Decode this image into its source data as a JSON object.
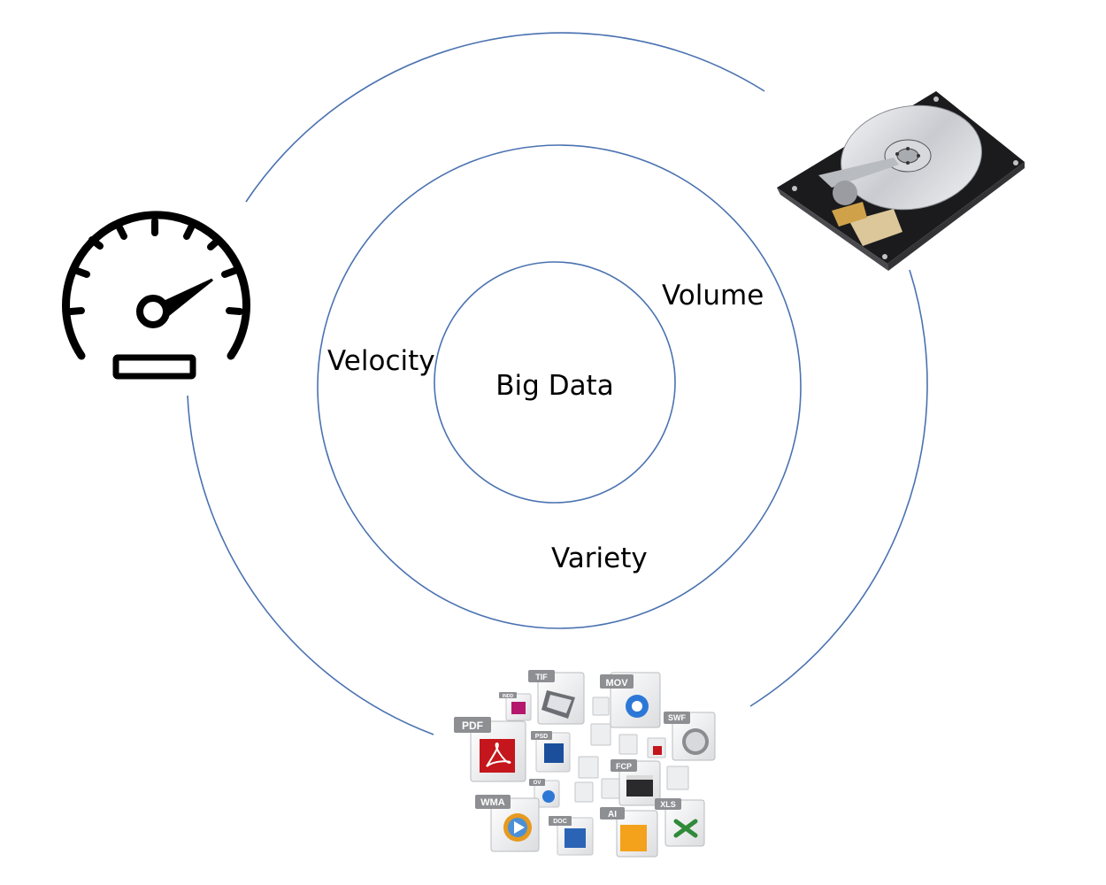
{
  "diagram": {
    "center_label": "Big Data",
    "labels": {
      "velocity": "Velocity",
      "volume": "Volume",
      "variety": "Variety"
    },
    "icons": [
      "speedometer-icon",
      "hard-drive-icon",
      "file-types-icon"
    ],
    "colors": {
      "ring": "#4a72b0",
      "text": "#000000"
    }
  },
  "file_types": {
    "tif": "TIF",
    "mov": "MOV",
    "pdf": "PDF",
    "swf": "SWF",
    "psd": "PSD",
    "fcp": "FCP",
    "wma": "WMA",
    "ai": "AI",
    "xls": "XLS",
    "doc": "DOC",
    "indd": "INDD",
    "ov": "OV"
  }
}
